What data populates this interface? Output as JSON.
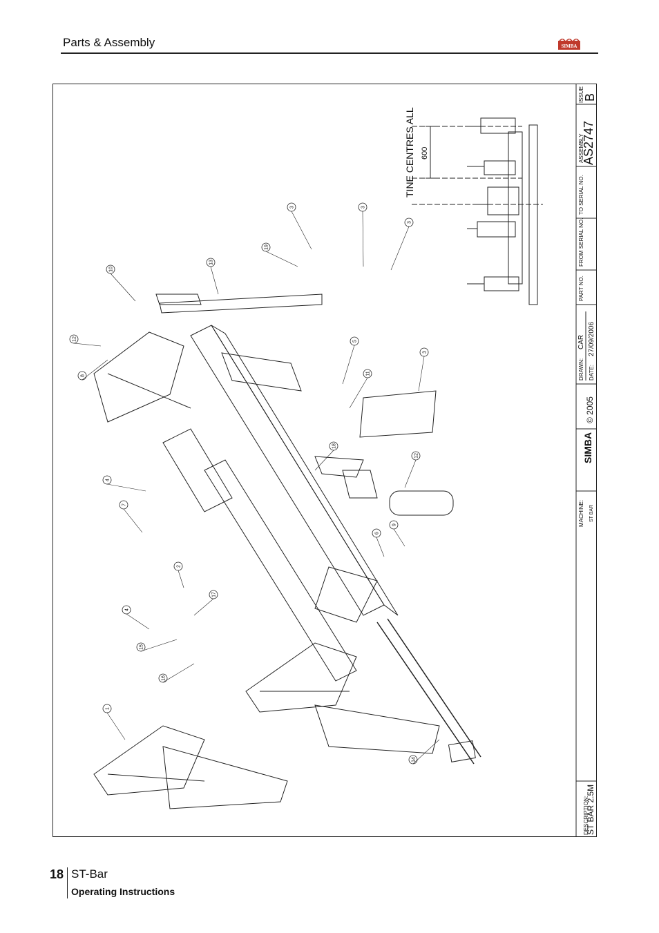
{
  "header": {
    "title": "Parts & Assembly",
    "logo_text": "SIMBA"
  },
  "drawing": {
    "note": "TINE CENTRES ALL",
    "dimension": "600",
    "part_callouts": [
      "1",
      "2",
      "3",
      "3",
      "3",
      "3",
      "4",
      "4",
      "5",
      "6",
      "7",
      "8",
      "9",
      "10",
      "11",
      "12",
      "12",
      "13",
      "14",
      "15",
      "16",
      "17",
      "18",
      "19"
    ],
    "title_block": {
      "description_label": "DESCRIPTION:",
      "description": "ST BAR 2.5M",
      "machine_label": "MACHINE:",
      "machine": "ST BAR",
      "brand": "SIMBA",
      "copyright": "© 2005",
      "drawn_label": "DRAWN:",
      "drawn": "CAR",
      "date_label": "DATE:",
      "date": "27/09/2006",
      "part_no_label": "PART NO.",
      "from_serial_label": "FROM SERIAL NO.",
      "to_serial_label": "TO SERIAL NO.",
      "assembly_label": "ASSEMBLY",
      "assembly": "AS2747",
      "issue_label": "ISSUE",
      "issue": "B"
    }
  },
  "footer": {
    "page_number": "18",
    "title": "ST-Bar",
    "subtitle": "Operating Instructions"
  },
  "colors": {
    "line": "#222222",
    "logo_red": "#c0392b"
  }
}
